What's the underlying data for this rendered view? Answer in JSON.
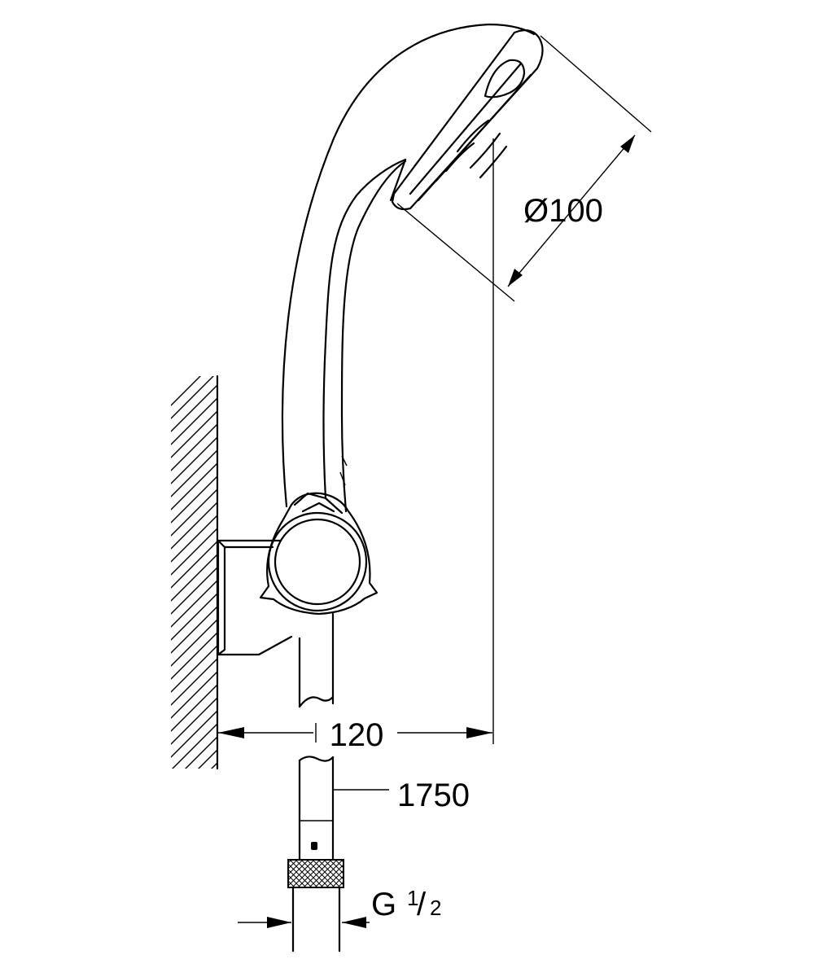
{
  "drawing": {
    "colors": {
      "line": "#000000",
      "background": "#ffffff"
    },
    "dimensions": {
      "head_diameter": "Ø100",
      "projection": "120",
      "hose_length": "1750",
      "thread_letter": "G",
      "thread_num": "1",
      "thread_den": "2"
    }
  }
}
